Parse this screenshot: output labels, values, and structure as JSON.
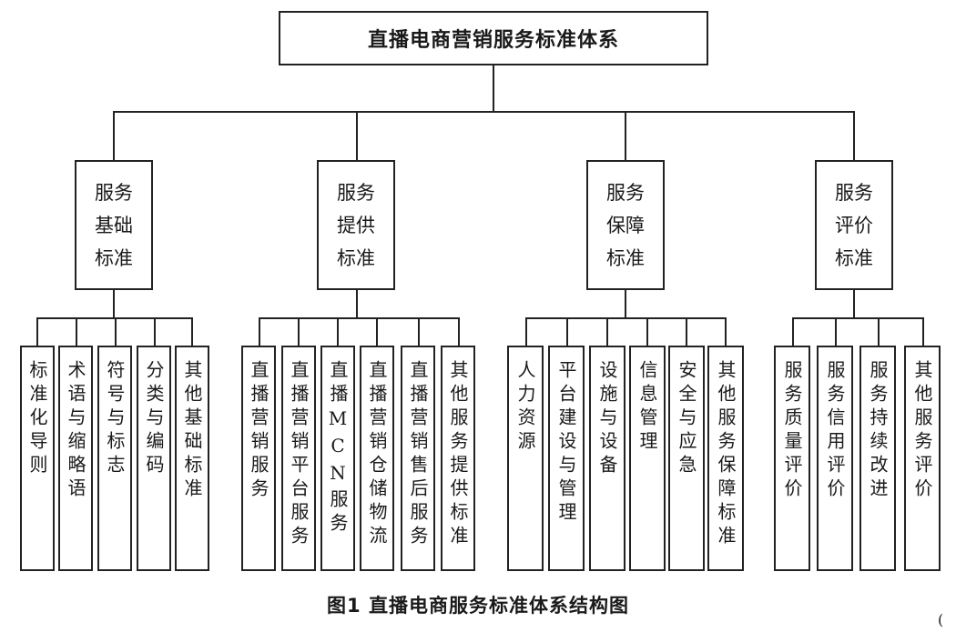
{
  "root": {
    "title": "直播电商营销服务标准体系"
  },
  "categories": [
    {
      "lines": [
        "服务",
        "基础",
        "标准"
      ],
      "items": [
        "标准化导则",
        "术语与缩略语",
        "符号与标志",
        "分类与编码",
        "其他基础标准"
      ]
    },
    {
      "lines": [
        "服务",
        "提供",
        "标准"
      ],
      "items": [
        "直播营销服务",
        "直播营销平台服务",
        "直播MCN服务",
        "直播营销仓储物流",
        "直播营销售后服务",
        "其他服务提供标准"
      ]
    },
    {
      "lines": [
        "服务",
        "保障",
        "标准"
      ],
      "items": [
        "人力资源",
        "平台建设与管理",
        "设施与设备",
        "信息管理",
        "安全与应急",
        "其他服务保障标准"
      ]
    },
    {
      "lines": [
        "服务",
        "评价",
        "标准"
      ],
      "items": [
        "服务质量评价",
        "服务信用评价",
        "服务持续改进",
        "其他服务评价"
      ]
    }
  ],
  "caption": "图1  直播电商服务标准体系结构图",
  "corner_mark": "("
}
